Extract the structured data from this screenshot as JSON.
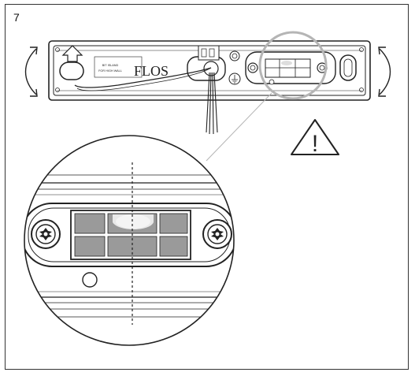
{
  "step": {
    "number": "7"
  },
  "fixture": {
    "brand": "FLOS",
    "label_line1": "BIT ISLAND",
    "label_line2": "FOR HIGH WALL"
  },
  "warning": {
    "icon": "warning-triangle-icon",
    "symbol": "!"
  },
  "colors": {
    "line": "#222222",
    "highlight_circle": "#b5b5b5",
    "block": "#9a9a9a",
    "white": "#ffffff"
  }
}
